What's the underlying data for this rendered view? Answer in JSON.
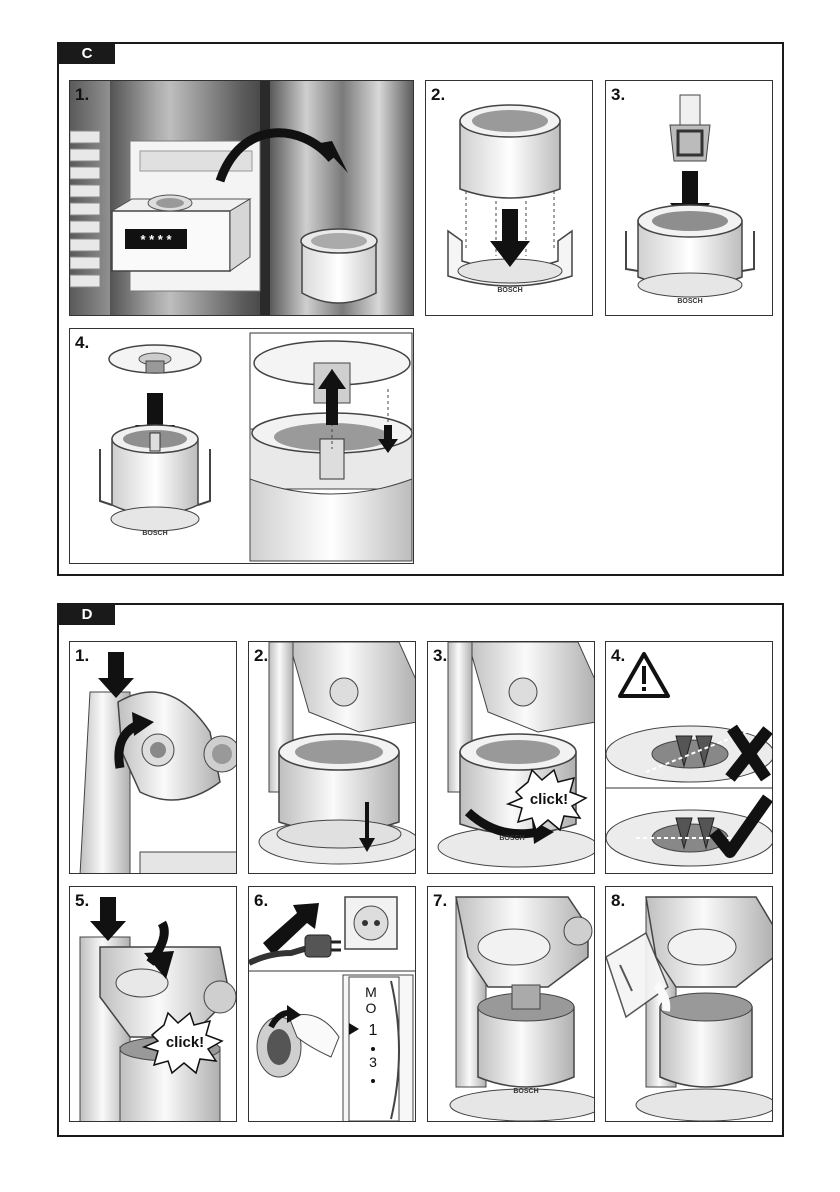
{
  "sections": {
    "c": {
      "label": "C",
      "steps": [
        "1.",
        "2.",
        "3.",
        "4."
      ],
      "freezer_stars": "* * * *",
      "brand": "BOSCH"
    },
    "d": {
      "label": "D",
      "steps": [
        "1.",
        "2.",
        "3.",
        "4.",
        "5.",
        "6.",
        "7.",
        "8."
      ],
      "click_text": "click!",
      "dial": [
        "M",
        "O",
        "1",
        "3"
      ],
      "brand": "BOSCH"
    }
  }
}
